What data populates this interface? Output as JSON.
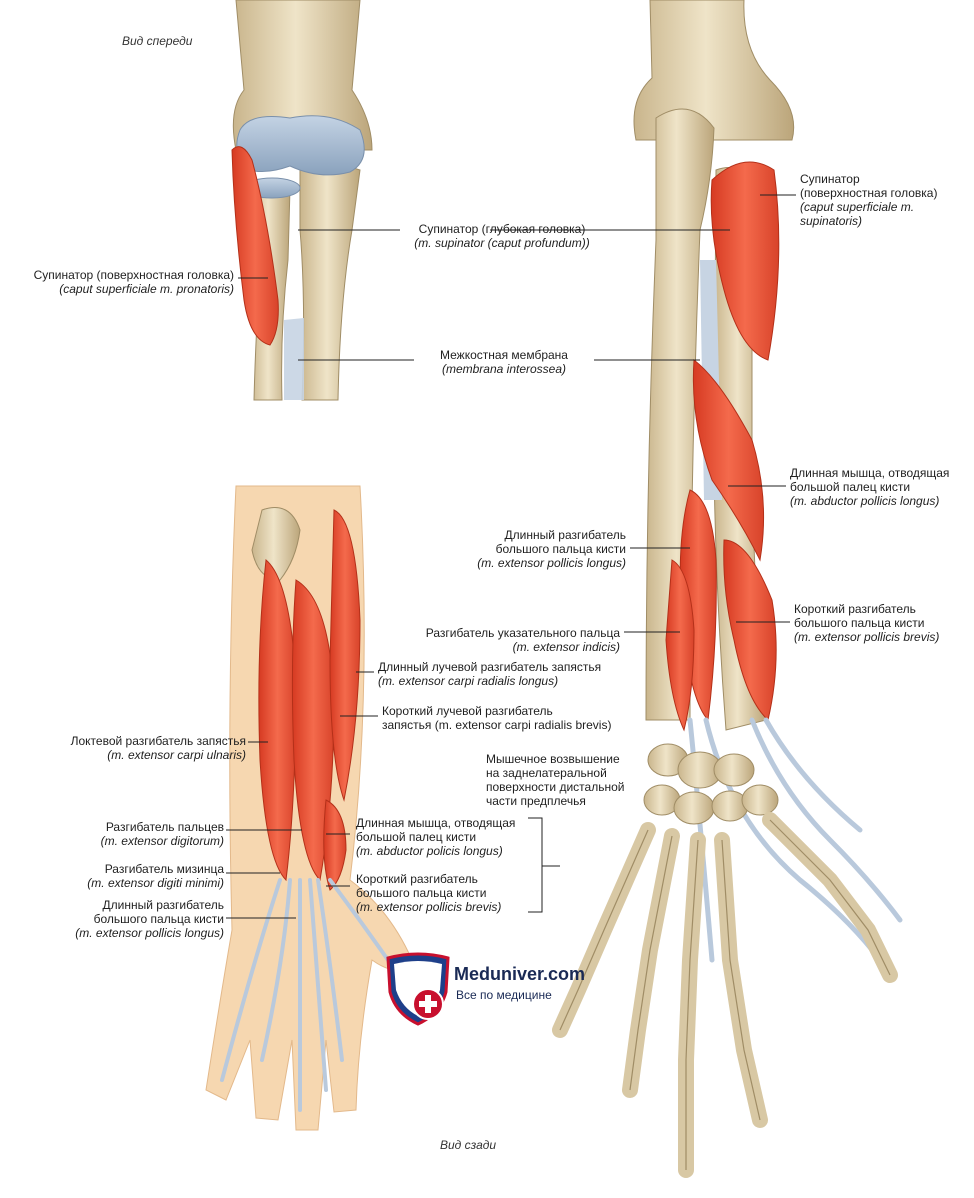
{
  "views": {
    "front": "Вид спереди",
    "back": "Вид сзади"
  },
  "labels": {
    "supinator_deep": {
      "ru": "Супинатор (глубокая головка)",
      "la": "(m. supinator (caput profundum))"
    },
    "supinator_sup_left": {
      "ru": "Супинатор (поверхностная головка)",
      "la": "(caput superficiale m. pronatoris)"
    },
    "interosseous": {
      "ru": "Межкостная мембрана",
      "la": "(membrana interossea)"
    },
    "supinator_sup_right": {
      "ru1": "Супинатор",
      "ru2": "(поверхностная головка)",
      "la1": "(caput superficiale m.",
      "la2": "supinatoris)"
    },
    "abd_poll_long_right": {
      "ru1": "Длинная мышца, отводящая",
      "ru2": "большой палец кисти",
      "la": "(m. abductor pollicis longus)"
    },
    "ext_poll_long_right": {
      "ru1": "Длинный разгибатель",
      "ru2": "большого пальца кисти",
      "la": "(m. extensor pollicis longus)"
    },
    "ext_indicis": {
      "ru": "Разгибатель указательного пальца",
      "la": "(m. extensor indicis)"
    },
    "ext_poll_brev_right": {
      "ru1": "Короткий разгибатель",
      "ru2": "большого пальца кисти",
      "la": "(m. extensor pollicis brevis)"
    },
    "ecrl": {
      "ru": "Длинный лучевой разгибатель запястья",
      "la": "(m. extensor carpi radialis longus)"
    },
    "ecrb": {
      "ru1": "Короткий лучевой разгибатель",
      "ru2": "запястья (m. extensor carpi radialis brevis)"
    },
    "ecu": {
      "ru": "Локтевой разгибатель запястья",
      "la": "(m. extensor carpi ulnaris)"
    },
    "muscle_eminence": {
      "l1": "Мышечное возвышение",
      "l2": "на заднелатеральной",
      "l3": "поверхности дистальной",
      "l4": "части предплечья"
    },
    "ext_digitorum": {
      "ru": "Разгибатель пальцев",
      "la": "(m. extensor digitorum)"
    },
    "ext_digiti_minimi": {
      "ru": "Разгибатель мизинца",
      "la": "(m. extensor digiti minimi)"
    },
    "ext_poll_long_left": {
      "ru1": "Длинный разгибатель",
      "ru2": "большого пальца кисти",
      "la": "(m. extensor pollicis longus)"
    },
    "abd_poll_long_left": {
      "ru1": "Длинная мышца, отводящая",
      "ru2": "большой палец кисти",
      "la": "(m. abductor policis longus)"
    },
    "ext_poll_brev_left": {
      "ru1": "Короткий разгибатель",
      "ru2": "большого пальца кисти",
      "la": "(m. extensor pollicis brevis)"
    }
  },
  "logo": {
    "name": "Meduniver.com",
    "sub": "Все по медицине"
  },
  "colors": {
    "bone": "#e3d6b8",
    "bone_dark": "#b8a47c",
    "muscle": "#e8492f",
    "muscle_light": "#f3735a",
    "tendon": "#b9c9dc",
    "cartilage": "#9fb3c9",
    "skin": "#f6d7b0"
  }
}
